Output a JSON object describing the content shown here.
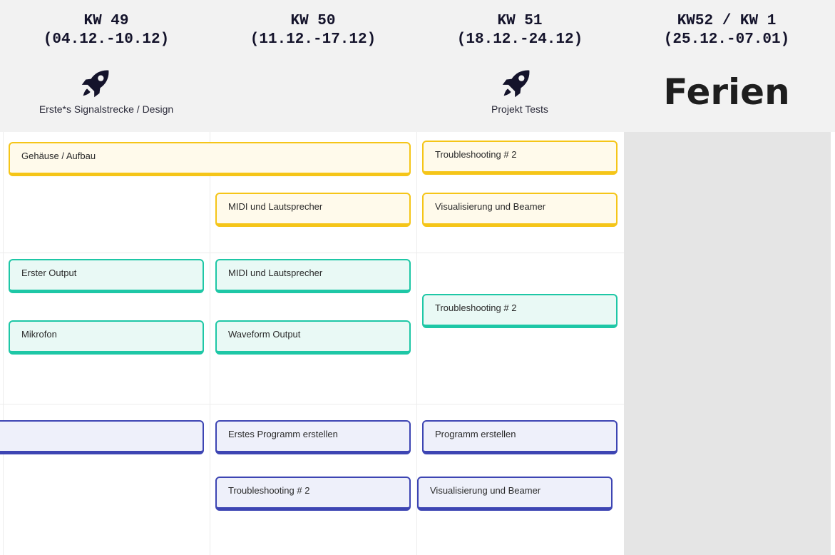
{
  "weeks": [
    {
      "title": "KW 49",
      "dates": "(04.12.-10.12)",
      "milestone": "Erste*s Signalstrecke / Design"
    },
    {
      "title": "KW 50",
      "dates": "(11.12.-17.12)"
    },
    {
      "title": "KW 51",
      "dates": "(18.12.-24.12)",
      "milestone": "Projekt Tests"
    },
    {
      "title": "KW52 / KW 1",
      "dates": "(25.12.-07.01)",
      "note": "Ferien"
    }
  ],
  "icons": {
    "milestone": "rocket-icon"
  },
  "colors": {
    "header_bg": "#f2f2f2",
    "holiday_bg": "#e5e5e5",
    "yellow_border": "#f5c518",
    "yellow_fill": "#fffaeb",
    "teal_border": "#1ec7a6",
    "teal_fill": "#e9f9f5",
    "blue_border": "#3d45b3",
    "blue_fill": "#eef0fa",
    "rocket": "#14132b"
  },
  "lanes": {
    "yellow": {
      "gehaeuse": "Gehäuse / Aufbau",
      "midi": "MIDI und Lautsprecher",
      "trouble": "Troubleshooting # 2",
      "visual": "Visualisierung und Beamer"
    },
    "teal": {
      "erster_output": "Erster Output",
      "mikrofon": "Mikrofon",
      "midi": "MIDI und Lautsprecher",
      "waveform": "Waveform Output",
      "trouble": "Troubleshooting # 2"
    },
    "blue": {
      "empty": "",
      "erstes_programm": "Erstes Programm erstellen",
      "trouble": "Troubleshooting # 2",
      "programm": "Programm erstellen",
      "visual": "Visualisierung und Beamer"
    }
  }
}
